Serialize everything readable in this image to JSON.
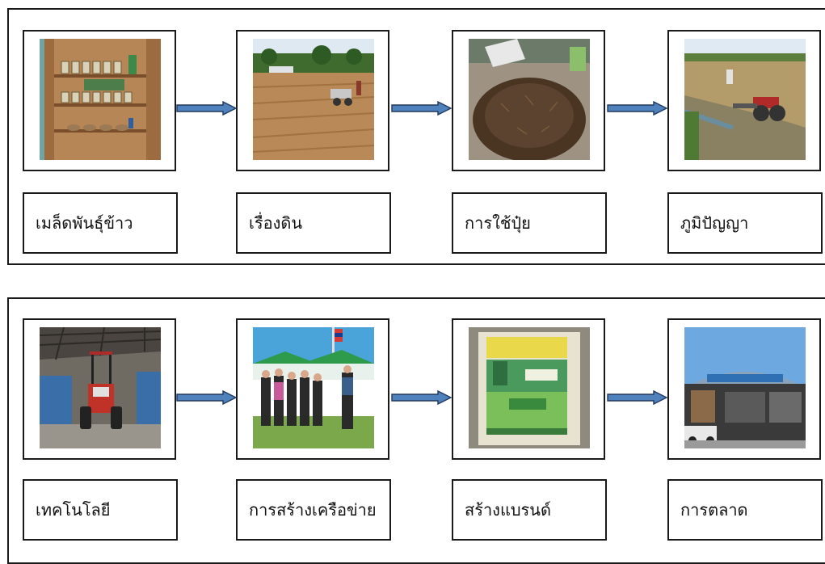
{
  "row1": {
    "labels": [
      "เมล็ดพันธุ์ข้าว",
      "เรื่องดิน",
      "การใช้ปุ๋ย",
      "ภูมิปัญญา"
    ],
    "images": [
      "rice-seed-shelf-photo",
      "plowed-field-tractor-photo",
      "compost-pile-photo",
      "paddy-field-tractor-photo"
    ]
  },
  "row2": {
    "labels": [
      "เทคโนโลยี",
      "การสร้างเครือข่าย",
      "สร้างแบรนด์",
      "การตลาด"
    ],
    "images": [
      "tractor-in-warehouse-photo",
      "network-meeting-group-photo",
      "rice-brand-package-photo",
      "market-building-photo"
    ]
  },
  "colors": {
    "border": "#1a1a1a",
    "arrow_fill": "#4f81bd",
    "arrow_stroke": "#23395d"
  }
}
